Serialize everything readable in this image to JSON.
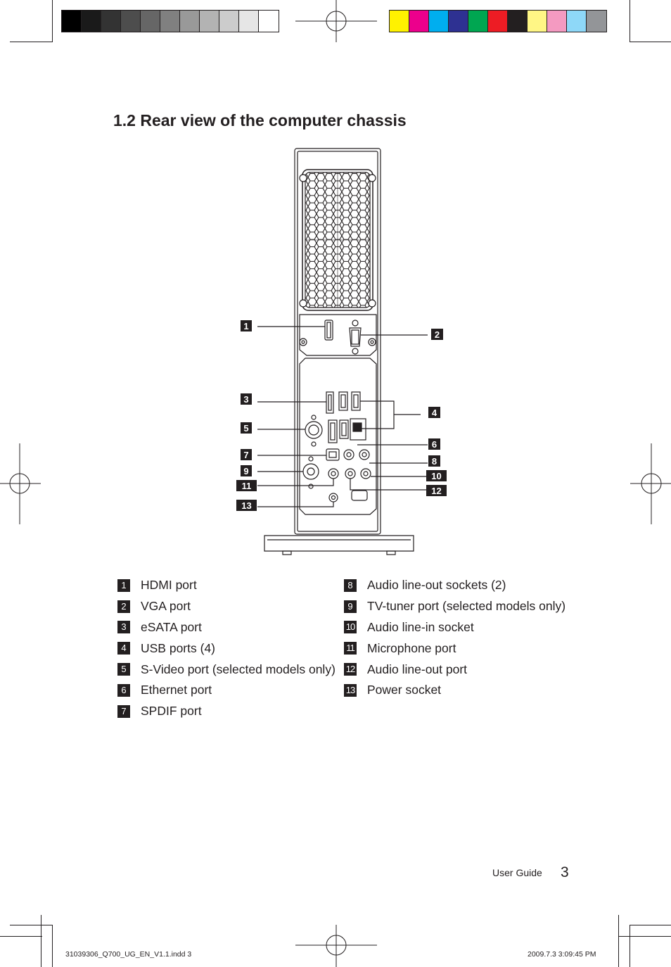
{
  "color_bar": {
    "grays": [
      "#000000",
      "#1a1a1a",
      "#333333",
      "#4d4d4d",
      "#666666",
      "#808080",
      "#999999",
      "#b3b3b3",
      "#cccccc",
      "#e6e6e6",
      "#ffffff"
    ],
    "colors": [
      "#fff200",
      "#ec008c",
      "#00aeef",
      "#2e3192",
      "#00a651",
      "#ed1c24",
      "#231f20",
      "#fff685",
      "#f49ac1",
      "#8ed8f8",
      "#939598"
    ]
  },
  "heading": "1.2 Rear view of the computer chassis",
  "diagram": {
    "callouts": [
      "1",
      "2",
      "3",
      "4",
      "5",
      "6",
      "7",
      "8",
      "9",
      "10",
      "11",
      "12",
      "13"
    ]
  },
  "legend": {
    "left": [
      {
        "num": "1",
        "label": "HDMI port"
      },
      {
        "num": "2",
        "label": "VGA port"
      },
      {
        "num": "3",
        "label": "eSATA port"
      },
      {
        "num": "4",
        "label": "USB ports (4)"
      },
      {
        "num": "5",
        "label": "S-Video port (selected models only)"
      },
      {
        "num": "6",
        "label": "Ethernet port"
      },
      {
        "num": "7",
        "label": "SPDIF port"
      }
    ],
    "right": [
      {
        "num": "8",
        "label": "Audio line-out sockets (2)"
      },
      {
        "num": "9",
        "label": "TV-tuner port (selected models only)"
      },
      {
        "num": "10",
        "label": "Audio line-in socket"
      },
      {
        "num": "11",
        "label": "Microphone port"
      },
      {
        "num": "12",
        "label": "Audio line-out port"
      },
      {
        "num": "13",
        "label": "Power socket"
      }
    ]
  },
  "footer": {
    "label": "User Guide",
    "page": "3"
  },
  "slug": {
    "file": "31039306_Q700_UG_EN_V1.1.indd   3",
    "timestamp": "2009.7.3    3:09:45 PM"
  }
}
